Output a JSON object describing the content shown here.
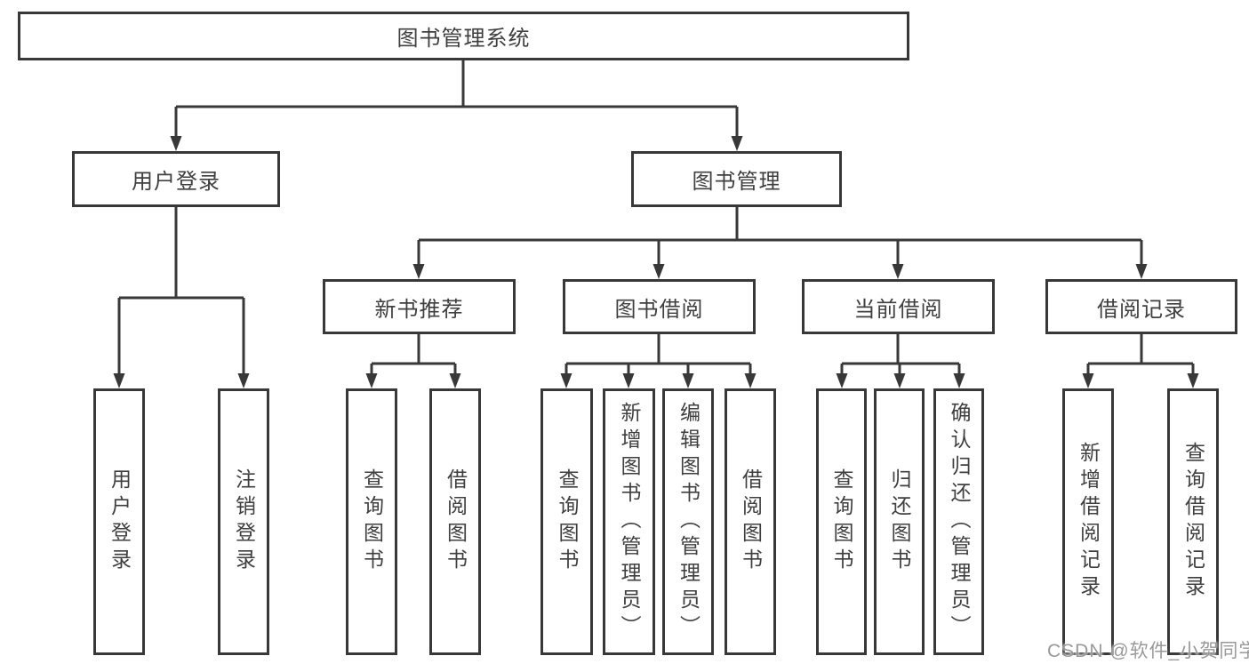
{
  "diagram": {
    "root": {
      "label": "图书管理系统"
    },
    "branches": [
      {
        "label": "用户登录",
        "children": [
          {
            "label": "用户登录"
          },
          {
            "label": "注销登录"
          }
        ]
      },
      {
        "label": "图书管理",
        "children": [
          {
            "label": "新书推荐",
            "children": [
              {
                "label": "查询图书"
              },
              {
                "label": "借阅图书"
              }
            ]
          },
          {
            "label": "图书借阅",
            "children": [
              {
                "label": "查询图书"
              },
              {
                "label": "新增图书（管理员）"
              },
              {
                "label": "编辑图书（管理员）"
              },
              {
                "label": "借阅图书"
              }
            ]
          },
          {
            "label": "当前借阅",
            "children": [
              {
                "label": "查询图书"
              },
              {
                "label": "归还图书"
              },
              {
                "label": "确认归还（管理员）"
              }
            ]
          },
          {
            "label": "借阅记录",
            "children": [
              {
                "label": "新增借阅记录"
              },
              {
                "label": "查询借阅记录"
              }
            ]
          }
        ]
      }
    ]
  },
  "watermark": {
    "text": "CSDN @软件_小贺同学"
  },
  "colors": {
    "line": "#383838",
    "text": "#3f3f3f",
    "background": "#ffffff",
    "watermark": "#949494"
  }
}
